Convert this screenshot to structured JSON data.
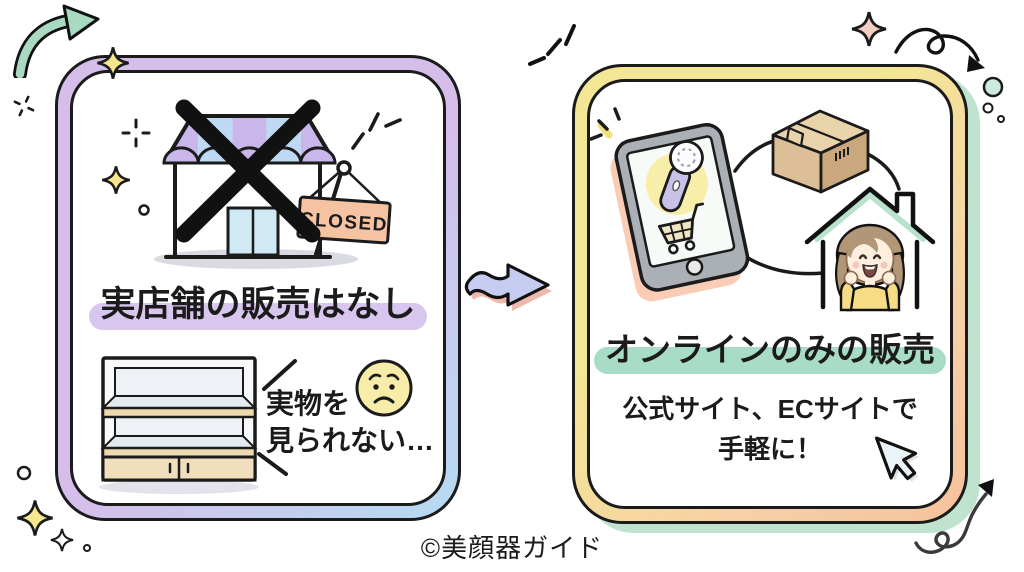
{
  "theme": {
    "ink": "#1b1b1b",
    "panel_left_top": "#d5bfea",
    "panel_left_bottom": "#b9d8f2",
    "panel_right_top": "#f3e795",
    "panel_right_bottom": "#f5c29c",
    "panel_right_shadow": "#bfe3cf",
    "hl_purple": "#d9c6ee",
    "hl_mint": "#a8dcc7",
    "closed_sign_bg": "#f6c3a2",
    "wavy_arrow_fill": "#c6ccef",
    "wavy_arrow_shadow": "#f2b7ac",
    "green_arrow": "#a9d9c1",
    "sparkle_yellow": "#f6e78e",
    "sparkle_pink": "#f3cfc3"
  },
  "left_panel": {
    "headline": "実店舗の販売はなし",
    "caption_line1": "実物を",
    "caption_line2": "見られない…",
    "closed_sign_label": "CLOSED",
    "icons": [
      "storefront-icon",
      "cross-x-icon",
      "closed-sign",
      "empty-shelf-icon",
      "sad-face-icon"
    ]
  },
  "right_panel": {
    "headline": "オンラインのみの販売",
    "caption_line1": "公式サイト、ECサイトで",
    "caption_line2": "手軽に！",
    "icons": [
      "tablet-icon",
      "beauty-device-icon",
      "cart-icon",
      "package-box-icon",
      "house-icon",
      "happy-woman-icon",
      "cursor-icon"
    ]
  },
  "middle": {
    "icons": [
      "wavy-arrow-icon"
    ]
  },
  "footer": {
    "copyright": "©美顔器ガイド"
  }
}
